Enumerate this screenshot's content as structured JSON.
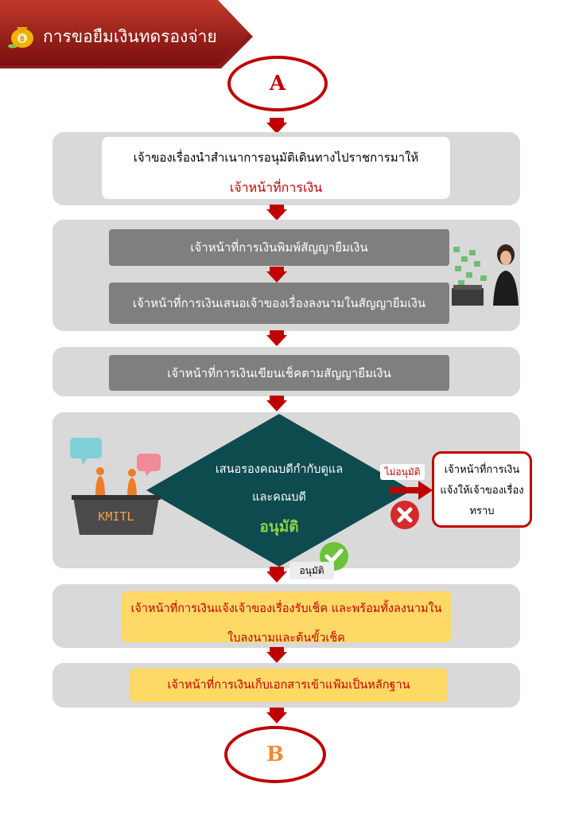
{
  "header": {
    "title": "การขอยืมเงินทดรองจ่าย",
    "title_icon": "money-bag-icon"
  },
  "start": {
    "label": "A"
  },
  "end": {
    "label": "B"
  },
  "steps": {
    "step1_line1": "เจ้าของเรื่องนำสำเนาการอนุมัติเดินทางไปราชการมาให้",
    "step1_line2": "เจ้าหน้าที่การเงิน",
    "step2": "เจ้าหน้าที่การเงินพิมพ์สัญญายืมเงิน",
    "step3": "เจ้าหน้าที่การเงินเสนอเจ้าของเรื่องลงนามในสัญญายืมเงิน",
    "step4": "เจ้าหน้าที่การเงินเขียนเช็คตามสัญญายืมเงิน",
    "decision_line1": "เสนอรองคณบดีกำกับดูแล",
    "decision_line2": "และคณบดี",
    "decision_line3": "อนุมัติ",
    "step6_line1": "เจ้าหน้าที่การเงินแจ้งเจ้าของเรื่องรับเช็ค และพร้อมทั้งลงนามใน",
    "step6_line2": "ใบลงนามและต้นขั้วเช็ค",
    "step7": "เจ้าหน้าที่การเงินเก็บเอกสารเข้าแฟ้มเป็นหลักฐาน"
  },
  "reject": {
    "label": "ไม่อนุมัติ",
    "line1": "เจ้าหน้าที่การเงิน",
    "line2": "แจ้งให้เจ้าของเรื่อง",
    "line3": "ทราบ"
  },
  "approve": {
    "label": "อนุมัติ"
  },
  "podium": {
    "logo_text": "KMITL"
  },
  "colors": {
    "accent_red": "#c00000",
    "panel_gray": "#d9d9d9",
    "box_gray": "#7f7f7f",
    "diamond": "#0e4b4f",
    "approve_green": "#8bd24a",
    "yellow": "#ffd966"
  }
}
